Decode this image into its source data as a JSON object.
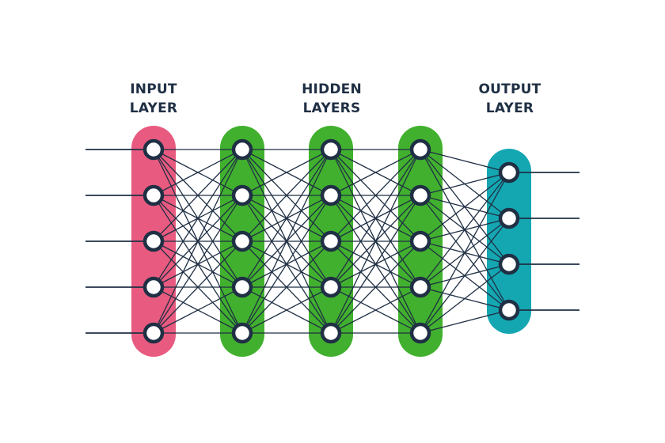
{
  "labels": {
    "input": {
      "line1": "INPUT",
      "line2": "LAYER"
    },
    "hidden": {
      "line1": "HIDDEN",
      "line2": "LAYERS"
    },
    "output": {
      "line1": "OUTPUT",
      "line2": "LAYER"
    }
  },
  "network": {
    "layers": [
      {
        "name": "input",
        "neurons": 5,
        "color": "#e85a7f"
      },
      {
        "name": "hidden-1",
        "neurons": 5,
        "color": "#41b02e"
      },
      {
        "name": "hidden-2",
        "neurons": 5,
        "color": "#41b02e"
      },
      {
        "name": "hidden-3",
        "neurons": 5,
        "color": "#41b02e"
      },
      {
        "name": "output",
        "neurons": 4,
        "color": "#14a7b2"
      }
    ],
    "fully_connected": true,
    "input_arrows": true,
    "output_arrows": true
  },
  "colors": {
    "line": "#1f2f44",
    "node_fill": "#ffffff",
    "node_stroke": "#1f2f44",
    "label": "#1f2f44"
  }
}
